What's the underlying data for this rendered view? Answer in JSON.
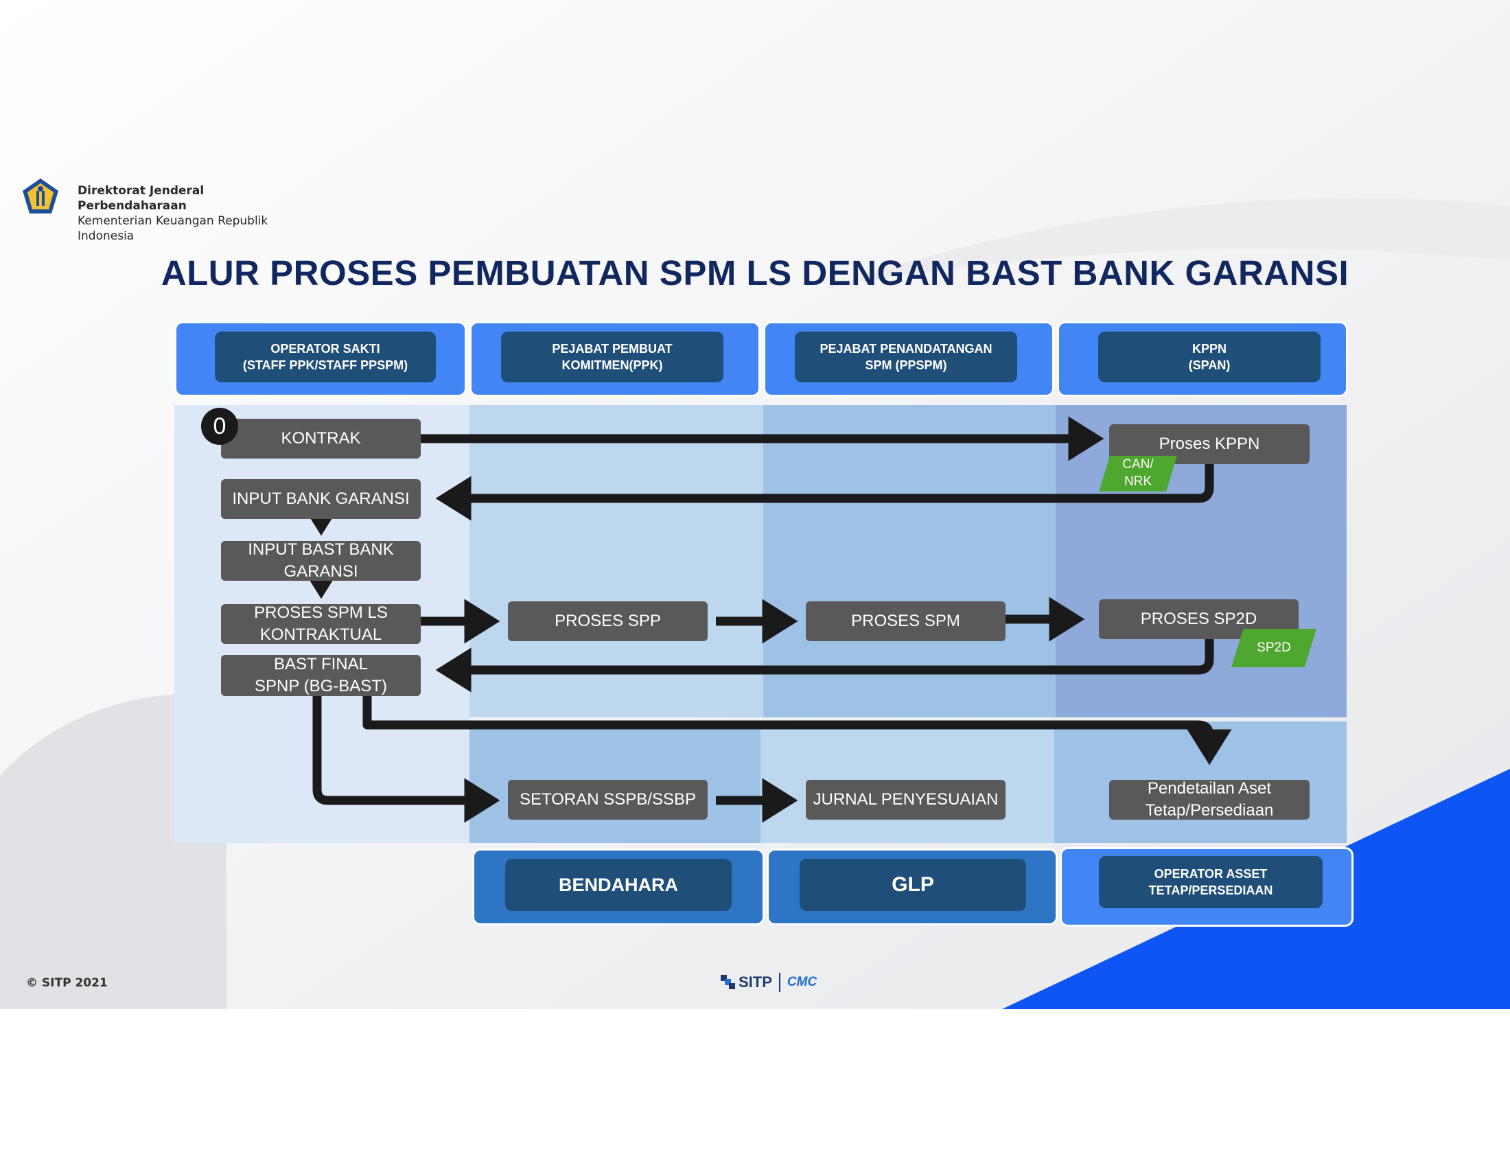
{
  "organization": {
    "line1": "Direktorat Jenderal",
    "line2": "Perbendaharaan",
    "line3": "Kementerian Keuangan Republik",
    "line4": "Indonesia"
  },
  "title": "ALUR PROSES PEMBUATAN SPM LS DENGAN BAST BANK GARANSI",
  "top_lanes": [
    {
      "label": "OPERATOR SAKTI\n(STAFF PPK/STAFF PPSPM)"
    },
    {
      "label": "PEJABAT PEMBUAT\nKOMITMEN(PPK)"
    },
    {
      "label": "PEJABAT PENANDATANGAN\nSPM (PPSPM)"
    },
    {
      "label": "KPPN\n(SPAN)"
    }
  ],
  "bottom_lanes": [
    {
      "label": "BENDAHARA"
    },
    {
      "label": "GLP"
    },
    {
      "label": "OPERATOR ASSET\nTETAP/PERSEDIAAN"
    }
  ],
  "step_badge": "0",
  "nodes": {
    "kontrak": "KONTRAK",
    "proses_kppn": "Proses KPPN",
    "input_bank_garansi": "INPUT BANK GARANSI",
    "input_bast": "INPUT BAST BANK\nGARANSI",
    "proses_spm_ls": "PROSES SPM LS\nKONTRAKTUAL",
    "proses_spp": "PROSES SPP",
    "proses_spm": "PROSES SPM",
    "proses_sp2d": "PROSES SP2D",
    "bast_final": "BAST FINAL\nSPNP (BG-BAST)",
    "setoran": "SETORAN SSPB/SSBP",
    "jurnal": "JURNAL PENYESUAIAN",
    "pendetailan": "Pendetailan Aset\nTetap/Persediaan"
  },
  "tags": {
    "can_nrk": "CAN/\nNRK",
    "sp2d": "SP2D"
  },
  "footer": {
    "copyright": "© SITP 2021",
    "logo_left": "SITP",
    "logo_right": "CMC"
  },
  "colors": {
    "title": "#10285f",
    "header_outer": "#4285f4",
    "header_inner": "#1f4e79",
    "node": "#595959",
    "tag_green": "#4ea72e",
    "arrow": "#1a1a1a",
    "corner_blue": "#0d55f5"
  }
}
